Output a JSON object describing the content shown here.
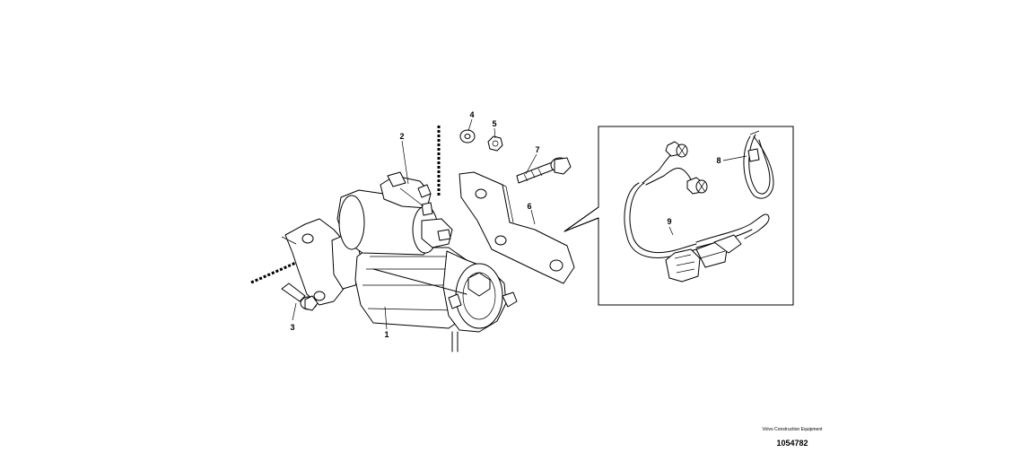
{
  "diagram": {
    "callouts": {
      "starter_motor": "1",
      "solenoid": "2",
      "flange_bolt_lower": "3",
      "washer": "4",
      "nut": "5",
      "bracket": "6",
      "flange_bolt_upper": "7",
      "cable_tie": "8",
      "wiring_harness": "9"
    },
    "credit": "Volvo Construction Equipment",
    "drawing_number": "1054782"
  }
}
